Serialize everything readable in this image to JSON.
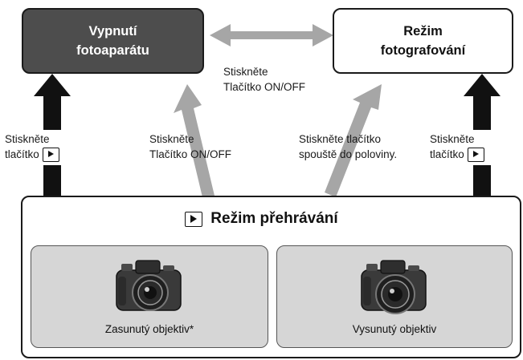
{
  "states": {
    "camera_off": [
      "Vypnutí",
      "fotoaparátu"
    ],
    "shooting_mode": [
      "Režim",
      "fotografování"
    ],
    "playback_mode": "Režim přehrávání"
  },
  "sub_states": {
    "retracted": "Zasunutý objektiv*",
    "extended": "Vysunutý objektiv"
  },
  "transitions": {
    "off_shoot": [
      "Stiskněte",
      "Tlačítko ON/OFF"
    ],
    "playback_to_off": [
      "Stiskněte",
      "Tlačítko ON/OFF"
    ],
    "playback_to_shoot": [
      "Stiskněte tlačítko",
      "spouště do poloviny."
    ],
    "left_vertical": [
      "Stiskněte",
      "tlačítko"
    ],
    "right_vertical": [
      "Stiskněte",
      "tlačítko"
    ]
  },
  "icons": {
    "playback_button": "play-button-icon",
    "camera": "camera-icon"
  },
  "colors": {
    "camera_off_fill": "#4d4d4d",
    "gray_arrow": "#a6a6a6",
    "black_arrow": "#111111",
    "sub_state_fill": "#d6d6d6"
  }
}
